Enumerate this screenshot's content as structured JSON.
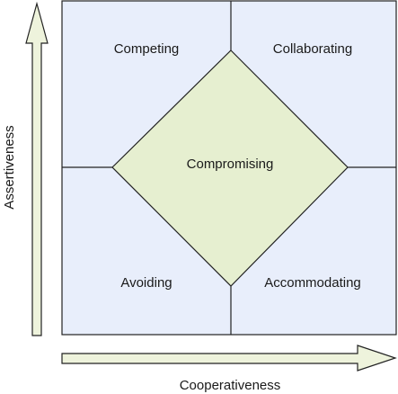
{
  "diagram": {
    "quadrants": {
      "top_left": "Competing",
      "top_right": "Collaborating",
      "bottom_left": "Avoiding",
      "bottom_right": "Accommodating"
    },
    "center": "Compromising",
    "axes": {
      "vertical": "Assertiveness",
      "horizontal": "Cooperativeness"
    },
    "colors": {
      "quadrant_fill": "#e8eefb",
      "diamond_fill": "#e6efd0",
      "arrow_fill": "#eef3dc",
      "stroke": "#222222"
    }
  }
}
